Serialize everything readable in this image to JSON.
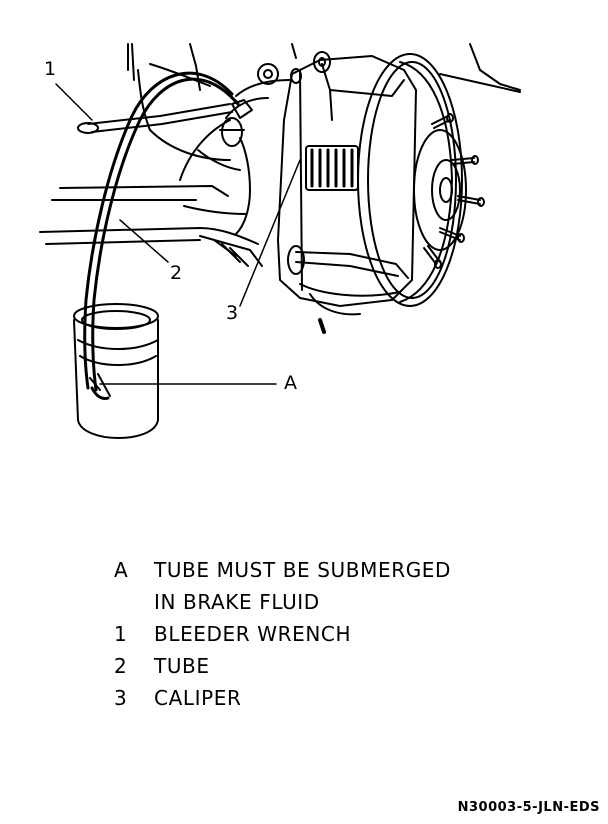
{
  "callouts": {
    "one": "1",
    "two": "2",
    "three": "3",
    "a": "A"
  },
  "legend": [
    {
      "key": "A",
      "text": "TUBE MUST BE SUBMERGED"
    },
    {
      "key": "",
      "text": "IN BRAKE FLUID"
    },
    {
      "key": "1",
      "text": "BLEEDER WRENCH"
    },
    {
      "key": "2",
      "text": "TUBE"
    },
    {
      "key": "3",
      "text": "CALIPER"
    }
  ],
  "figure_id": "N30003-5-JLN-EDS"
}
